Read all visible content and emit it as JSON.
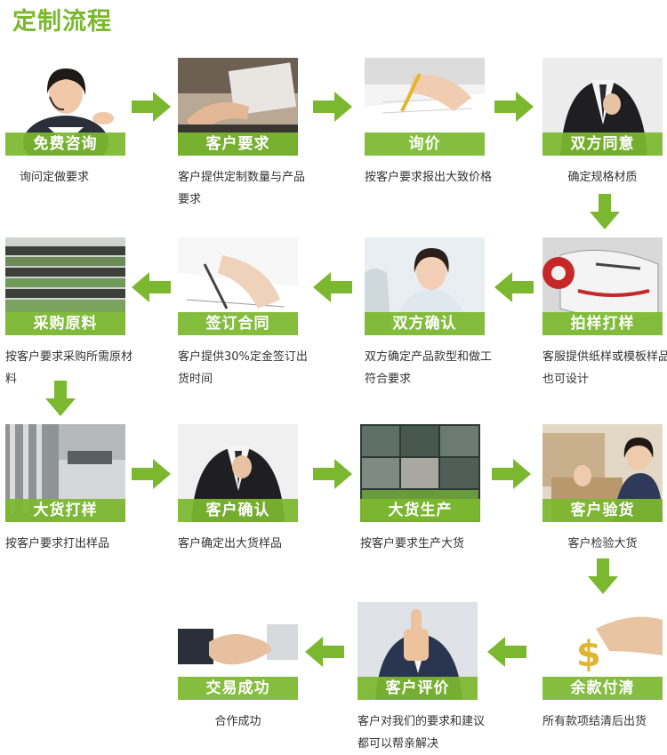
{
  "title": "定制流程",
  "colors": {
    "accent": "#7cb82f",
    "text": "#333333"
  },
  "steps": [
    {
      "label": "免费咨询",
      "desc": "询问定做要求",
      "photo": "customer-service-agent"
    },
    {
      "label": "客户要求",
      "desc": "客户提供定制数量与产品要求",
      "photo": "pointing-at-tablet"
    },
    {
      "label": "询价",
      "desc": "按客户要求报出大致价格",
      "photo": "writing-with-pen"
    },
    {
      "label": "双方同意",
      "desc": "确定规格材质",
      "photo": "businessman-ok-gesture"
    },
    {
      "label": "拍样打样",
      "desc": "客服提供纸样或模板样品也可设计",
      "photo": "sample-product"
    },
    {
      "label": "双方确认",
      "desc": "双方确定产品款型和做工符合要求",
      "photo": "smiling-businesswoman"
    },
    {
      "label": "签订合同",
      "desc": "客户提供30%定金签订出货时间",
      "photo": "signing-contract"
    },
    {
      "label": "采购原料",
      "desc": "按客户要求采购所需原材料",
      "photo": "stacked-material"
    },
    {
      "label": "大货打样",
      "desc": "按客户要求打出样品",
      "photo": "factory-machine"
    },
    {
      "label": "客户确认",
      "desc": "客户确定出大货样品",
      "photo": "businessman-ok-gesture"
    },
    {
      "label": "大货生产",
      "desc": "按客户要求生产大货",
      "photo": "production-line-collage"
    },
    {
      "label": "客户验货",
      "desc": "客户检验大货",
      "photo": "woman-inspecting-boxes"
    },
    {
      "label": "余款付清",
      "desc": "所有款项结清后出货",
      "photo": "hand-with-dollar-sign"
    },
    {
      "label": "客户评价",
      "desc": "客户对我们的要求和建议都可以帮亲解决",
      "photo": "thumbs-up"
    },
    {
      "label": "交易成功",
      "desc": "合作成功",
      "photo": "handshake"
    }
  ]
}
